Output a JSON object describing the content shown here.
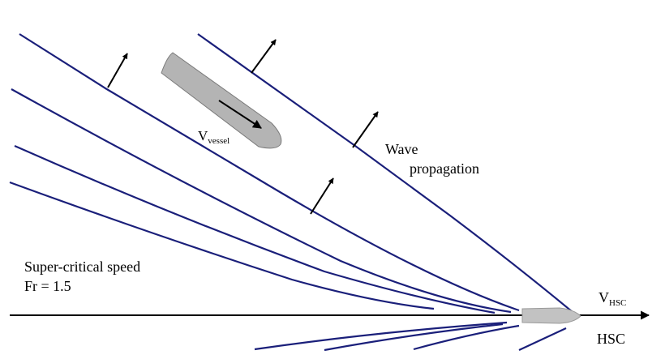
{
  "diagram": {
    "labels": {
      "wave_line1": "Wave",
      "wave_line2": "propagation",
      "speed_line1": "Super-critical speed",
      "speed_line2": "Fr = 1.5",
      "v_vessel_main": "V",
      "v_vessel_sub": "vessel",
      "v_hsc_main": "V",
      "v_hsc_sub": "HSC",
      "hsc": "HSC"
    },
    "colors": {
      "wave_lines": "#1a1f7a",
      "arrows": "#000000",
      "vessel_fill": "#b4b4b4",
      "vessel_stroke": "#7a7a7a",
      "hsc_fill": "#c2c2c2"
    }
  }
}
